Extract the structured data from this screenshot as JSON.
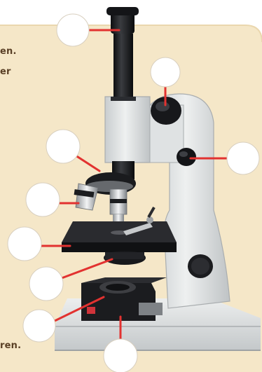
{
  "text_fragments": [
    {
      "id": "frag-0",
      "text": "en."
    },
    {
      "id": "frag-1",
      "text": "er"
    },
    {
      "id": "frag-2",
      "text": "ren."
    }
  ],
  "label_markers": [
    {
      "name": "marker-eyepiece"
    },
    {
      "name": "marker-coarse-focus-knob"
    },
    {
      "name": "marker-fine-focus-knob"
    },
    {
      "name": "marker-revolving-nosepiece"
    },
    {
      "name": "marker-objective-lens"
    },
    {
      "name": "marker-stage"
    },
    {
      "name": "marker-condenser"
    },
    {
      "name": "marker-diaphragm"
    },
    {
      "name": "marker-light-source"
    }
  ],
  "colors": {
    "panel": "#f5e7c8",
    "marker_fill": "#ffffff",
    "leader_line": "#e23230",
    "microscope_body": "#e2e4e4",
    "microscope_dark": "#1d1e21",
    "text": "#5a4026"
  }
}
